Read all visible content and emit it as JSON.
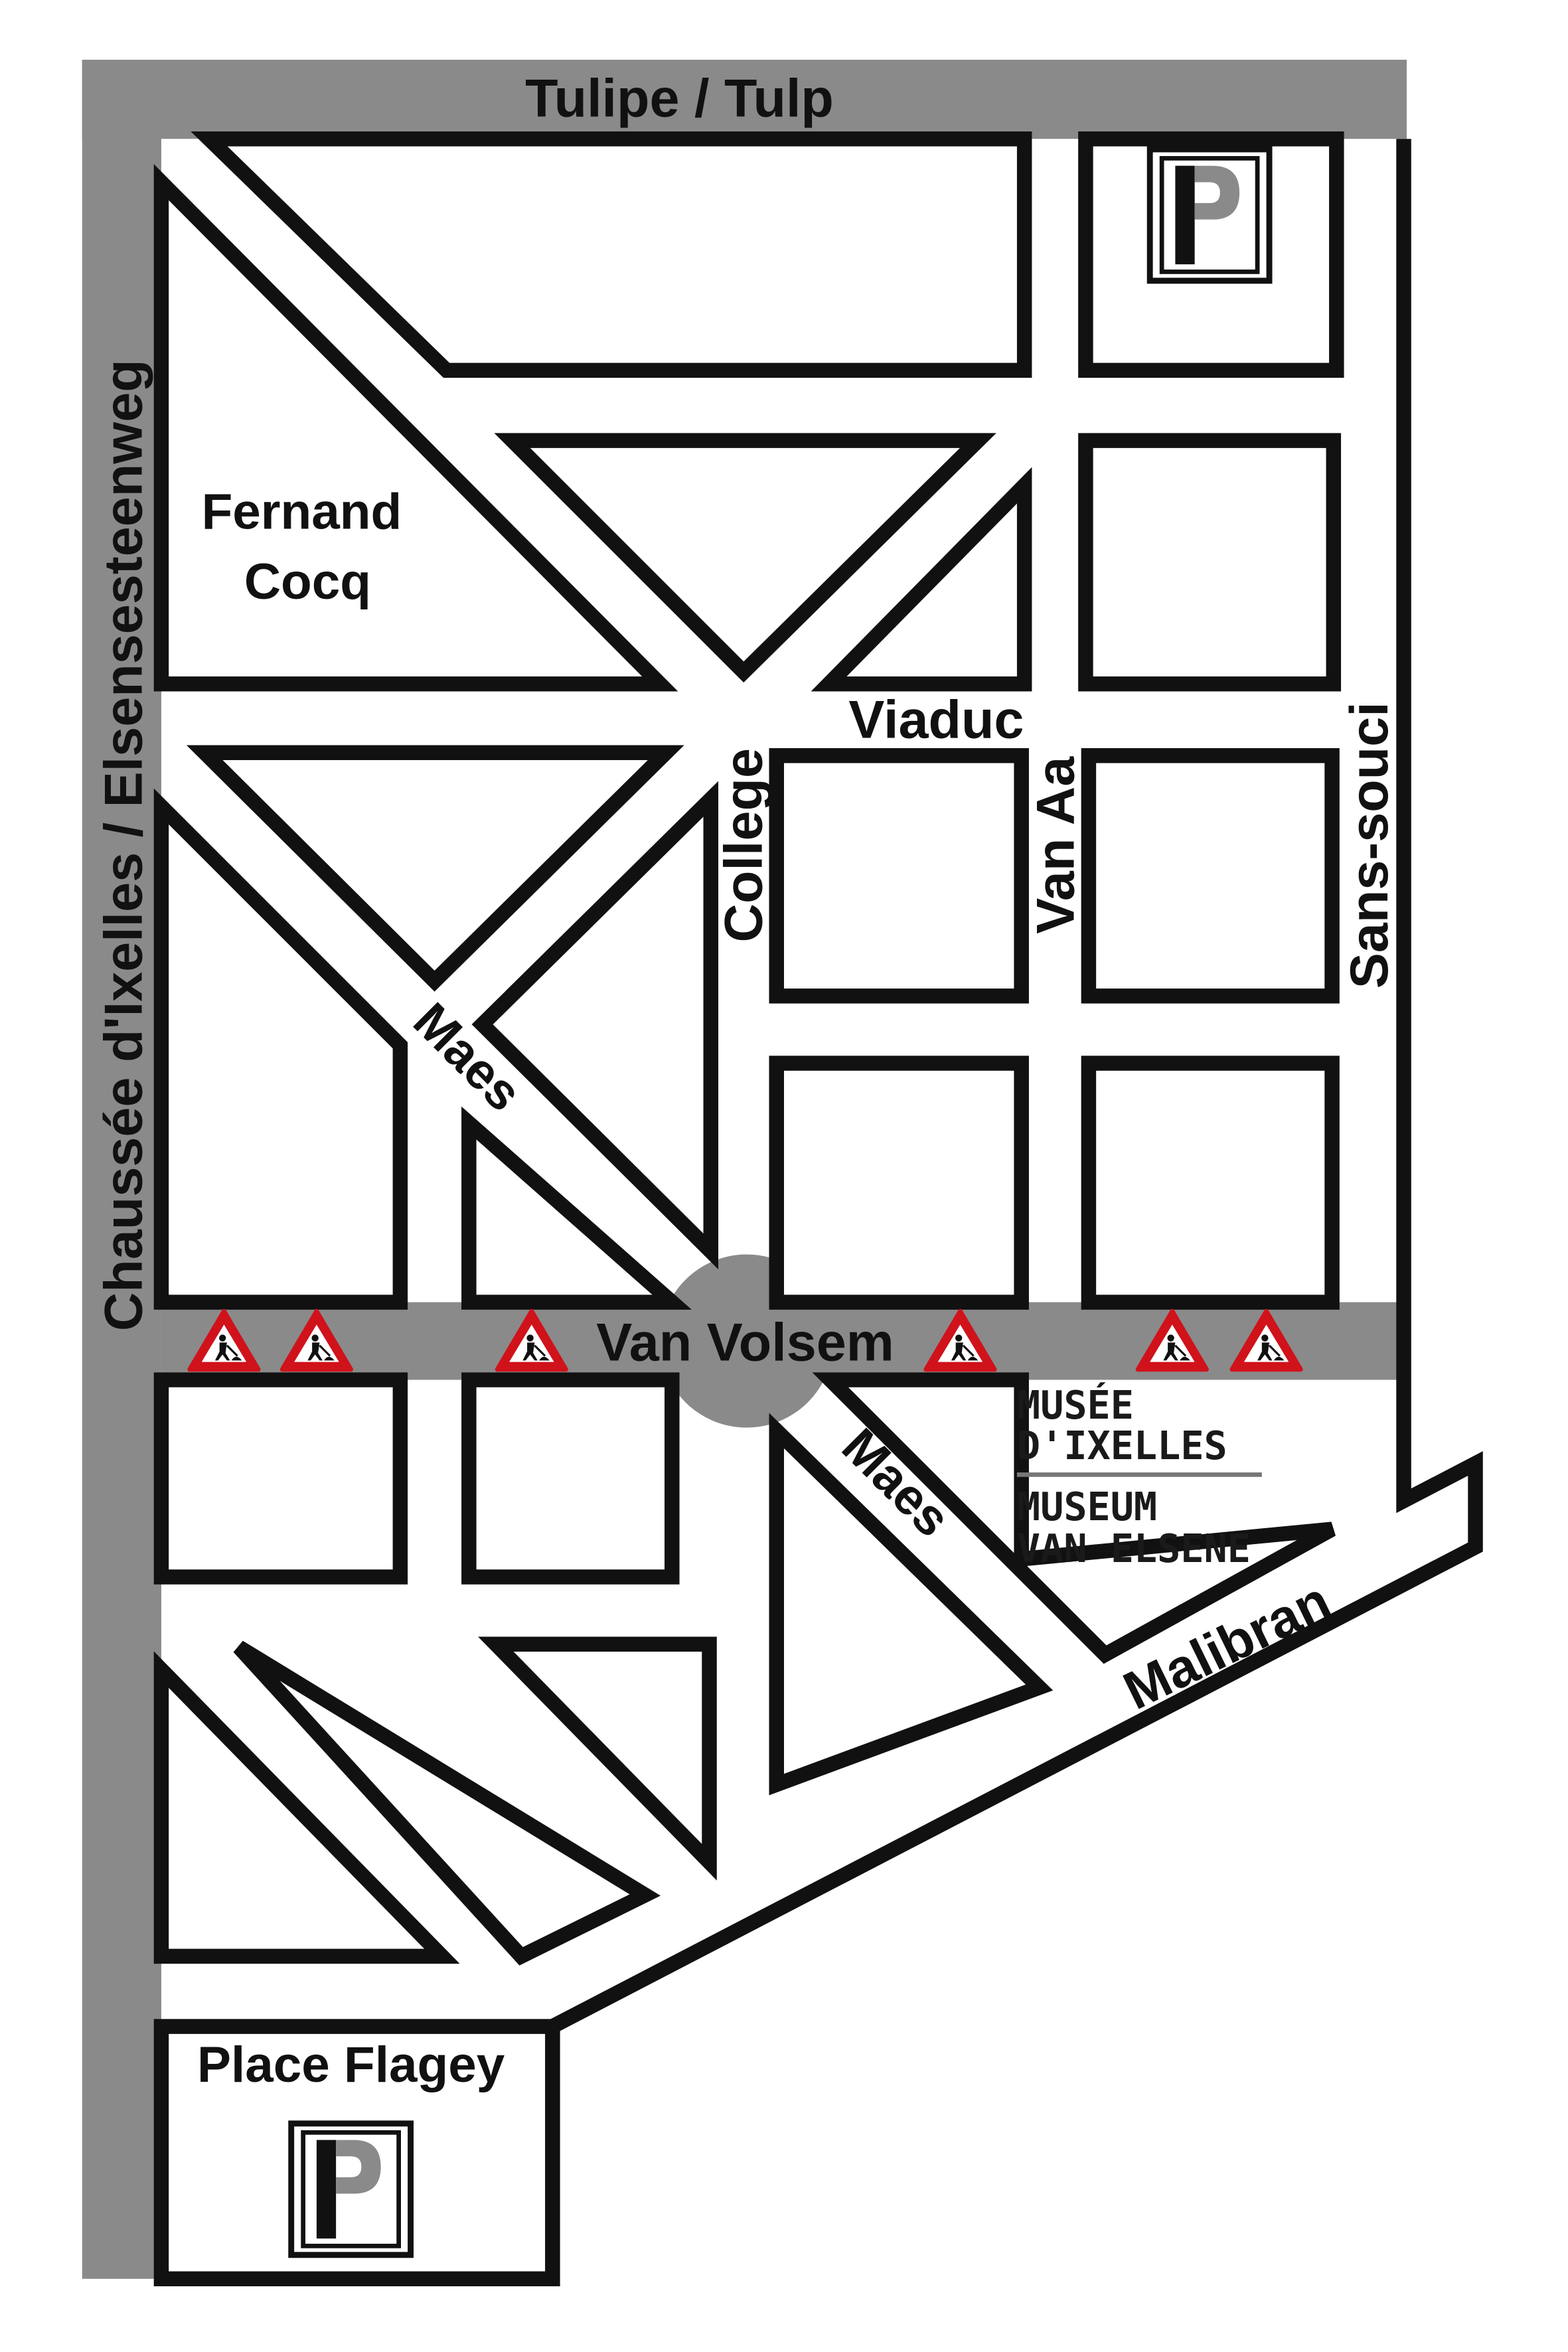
{
  "map": {
    "streets": {
      "tulipe": "Tulipe / Tulp",
      "chaussee": "Chaussée d'Ixelles / Elsensesteenweg",
      "fernand_line1": "Fernand",
      "fernand_line2": "Cocq",
      "viaduc": "Viaduc",
      "college": "College",
      "van_aa": "Van Aa",
      "sans_souci": "Sans-souci",
      "maes_upper": "Maes",
      "maes_lower": "Maes",
      "van_volsem": "Van Volsem",
      "malibran": "Malibran",
      "place_flagey": "Place Flagey"
    },
    "museum": {
      "fr_line1": "MUSÉE",
      "fr_line2": "D'IXELLES",
      "nl_line1": "MUSEUM",
      "nl_line2": "VAN ELSENE"
    },
    "parking": {
      "top_right": "P",
      "bottom_left": "P"
    },
    "roadworks_sign_count": 6,
    "colors": {
      "main_road": "#8a8a8a",
      "roundabout": "#8a8a8a",
      "block_outline": "#111111",
      "warning_red": "#d0121b",
      "museum_divider": "#777777"
    }
  }
}
